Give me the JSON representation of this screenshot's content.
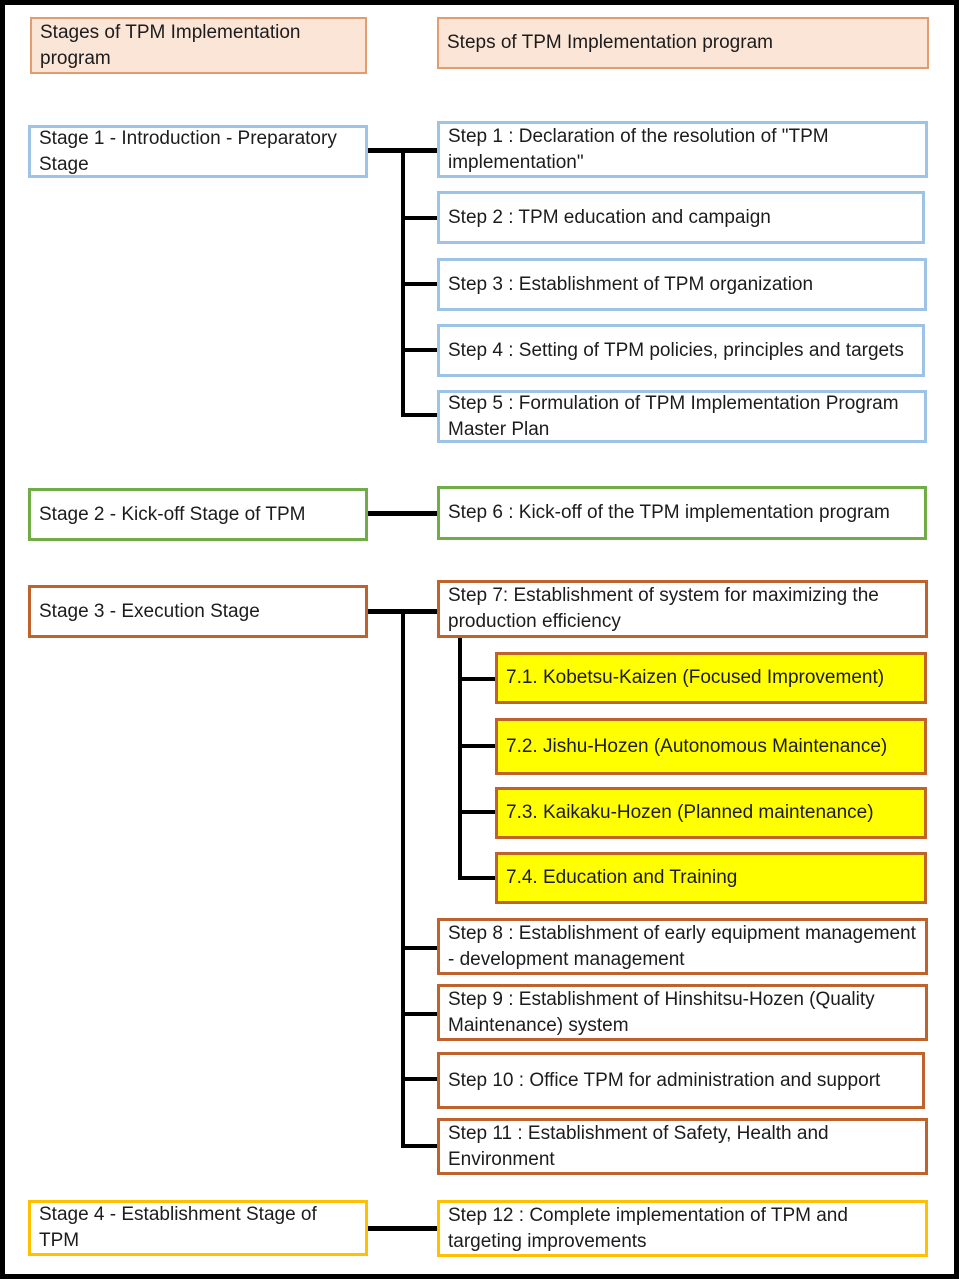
{
  "title": "TPM Implementation program diagram",
  "colors": {
    "header_fill": "#FBE5D6",
    "header_border": "#E29C6D",
    "stage1_accent": "#9DC3E6",
    "stage2_accent": "#70AD47",
    "stage3_accent": "#C0622B",
    "stage4_accent": "#FFC000",
    "substep_fill": "#FFFF00",
    "connector": "#000000",
    "box_fill": "#FFFFFF",
    "outer_border": "#000000"
  },
  "headers": {
    "stages_col": "Stages of TPM Implementation program",
    "steps_col": "Steps of TPM Implementation program"
  },
  "stages": [
    {
      "label": "Stage 1 - Introduction - Preparatory Stage"
    },
    {
      "label": "Stage 2 - Kick-off Stage of TPM"
    },
    {
      "label": "Stage 3 - Execution Stage"
    },
    {
      "label": "Stage 4 - Establishment Stage of TPM"
    }
  ],
  "steps": [
    {
      "label": "Step 1 : Declaration of the resolution of  \"TPM implementation\""
    },
    {
      "label": "Step 2 : TPM education and campaign"
    },
    {
      "label": "Step 3 : Establishment of TPM organization"
    },
    {
      "label": "Step 4 : Setting of TPM policies, principles  and targets"
    },
    {
      "label": "Step 5 : Formulation of TPM Implementation Program Master Plan"
    },
    {
      "label": "Step 6 : Kick-off of the TPM implementation program"
    },
    {
      "label": "Step 7: Establishment of system for maximizing the production efficiency"
    },
    {
      "label": "Step 8 : Establishment of early equipment management - development management"
    },
    {
      "label": "Step 9 : Establishment of  Hinshitsu-Hozen (Quality Maintenance) system"
    },
    {
      "label": "Step 10 : Office TPM for administration and support"
    },
    {
      "label": "Step 11 : Establishment of Safety, Health and Environment"
    },
    {
      "label": "Step 12 : Complete implementation of TPM and targeting improvements"
    }
  ],
  "substeps": [
    {
      "label": "7.1. Kobetsu-Kaizen (Focused Improvement)"
    },
    {
      "label": "7.2. Jishu-Hozen (Autonomous Maintenance)"
    },
    {
      "label": "7.3. Kaikaku-Hozen (Planned maintenance)"
    },
    {
      "label": "7.4. Education and Training"
    }
  ]
}
